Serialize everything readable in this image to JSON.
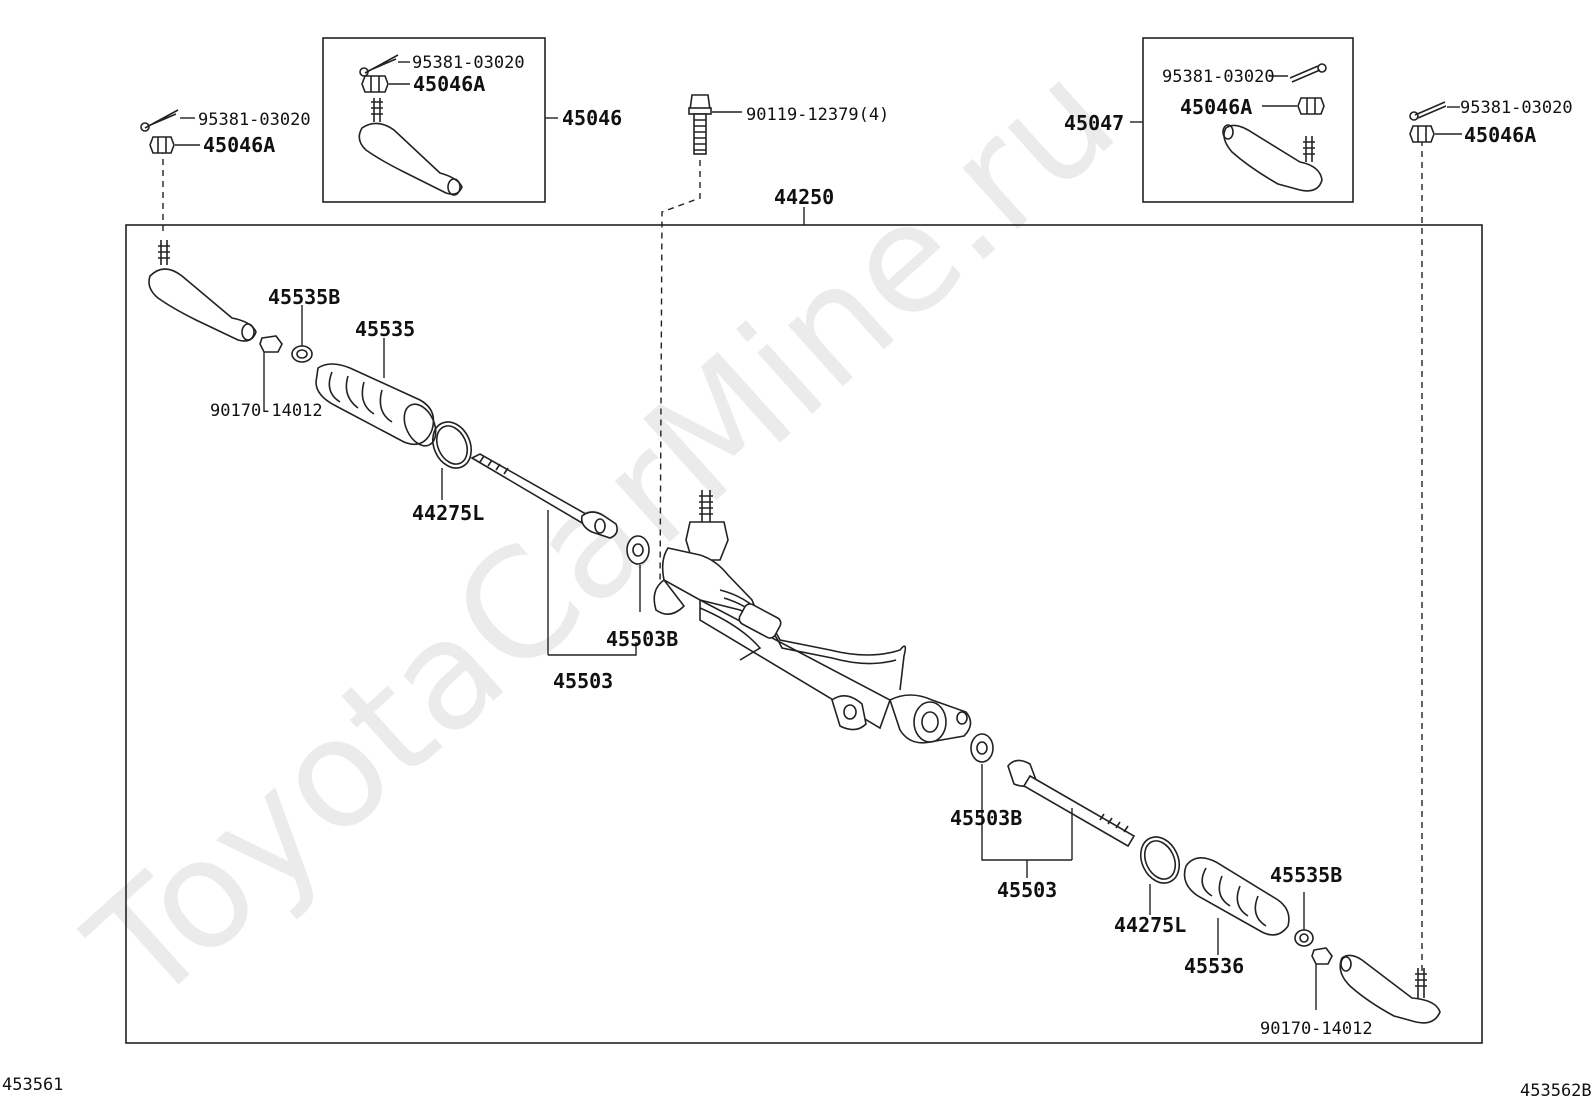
{
  "watermark": "ToyotaCarMine.ru",
  "diagram_codes": {
    "left": "453561",
    "right": "453562B"
  },
  "labels": {
    "p95381_tl": "95381-03020",
    "p45046A_tl": "45046A",
    "p95381_box1": "95381-03020",
    "p45046A_box1": "45046A",
    "p45046": "45046",
    "p90119": "90119-12379(4)",
    "p44250": "44250",
    "p95381_box2": "95381-03020",
    "p45046A_box2": "45046A",
    "p45047": "45047",
    "p95381_tr": "95381-03020",
    "p45046A_tr": "45046A",
    "p45535B_l": "45535B",
    "p45535": "45535",
    "p90170_l": "90170-14012",
    "p44275L_l": "44275L",
    "p45503B_l": "45503B",
    "p45503_l": "45503",
    "p45503B_r": "45503B",
    "p45503_r": "45503",
    "p44275L_r": "44275L",
    "p45535B_r": "45535B",
    "p45536": "45536",
    "p90170_r": "90170-14012"
  }
}
